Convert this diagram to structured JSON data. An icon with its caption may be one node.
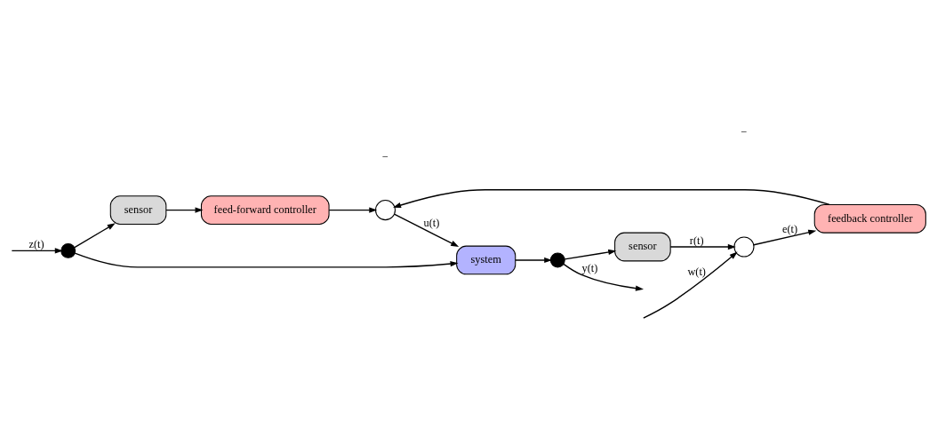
{
  "diagram": {
    "nodes": [
      {
        "text": [
          "sensor"
        ]
      },
      {
        "text": [
          "feed-forward controller"
        ]
      },
      {
        "text": [
          "feedback controller"
        ]
      },
      {
        "text": [
          "system"
        ]
      },
      {
        "text": [
          "sensor"
        ]
      },
      {
        "text": [],
        "shape": "circle"
      },
      {
        "text": [],
        "shape": "circle"
      },
      {
        "text": [],
        "shape": "circle"
      },
      {
        "text": [],
        "shape": "circle"
      }
    ],
    "edges": [
      {
        "from": null,
        "to": 5,
        "arrow": "to",
        "label": "z(t)"
      },
      {
        "from": 5,
        "to": 0,
        "arrow": "to"
      },
      {
        "from": 5,
        "to": 3,
        "arrow": "to"
      },
      {
        "from": 0,
        "to": 1,
        "arrow": "to"
      },
      {
        "from": 1,
        "to": 7,
        "arrow": "to"
      },
      {
        "from": null,
        "to": 6,
        "arrow": "to",
        "label": "w(t)"
      },
      {
        "from": 6,
        "to": 2,
        "arrow": "to",
        "label": "e(t)"
      },
      {
        "from": 2,
        "to": 7,
        "arrow": "to"
      },
      {
        "from": 7,
        "to": 3,
        "arrow": "to",
        "label": "u(t)"
      },
      {
        "from": 3,
        "to": 8,
        "arrow": "to"
      },
      {
        "from": 8,
        "to": null,
        "arrow": "to",
        "label": "y(t)"
      },
      {
        "from": 8,
        "to": 4,
        "arrow": "to"
      },
      {
        "from": 4,
        "to": 6,
        "arrow": "to",
        "label": "r(t)"
      }
    ],
    "labels": [
      "−",
      "−"
    ]
  }
}
